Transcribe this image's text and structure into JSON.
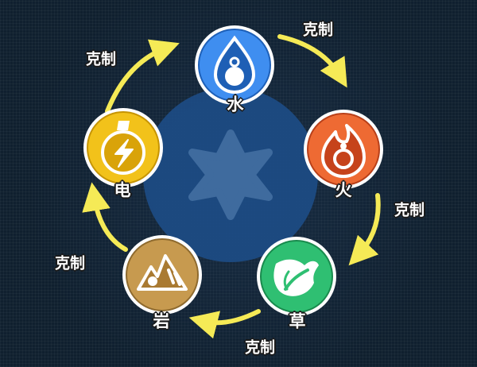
{
  "elements": [
    {
      "key": "water",
      "label": "水",
      "color": "#3f8ef0",
      "icon": "water-drop-icon"
    },
    {
      "key": "fire",
      "label": "火",
      "color": "#ee6a33",
      "icon": "flame-icon"
    },
    {
      "key": "grass",
      "label": "草",
      "color": "#2fbf72",
      "icon": "leaf-icon"
    },
    {
      "key": "rock",
      "label": "岩",
      "color": "#c79a4f",
      "icon": "mountain-icon"
    },
    {
      "key": "electric",
      "label": "电",
      "color": "#f2c21a",
      "icon": "lightning-icon"
    }
  ],
  "relations": [
    {
      "from": "水",
      "to": "火",
      "label": "克制"
    },
    {
      "from": "火",
      "to": "草",
      "label": "克制"
    },
    {
      "from": "草",
      "to": "岩",
      "label": "克制"
    },
    {
      "from": "岩",
      "to": "电",
      "label": "克制"
    },
    {
      "from": "电",
      "to": "水",
      "label": "克制"
    }
  ],
  "colors": {
    "arrow": "#f5ea56",
    "center_disc": "#1d4d86",
    "center_star": "#3f6b9e",
    "badge_ring": "#ffffff"
  }
}
